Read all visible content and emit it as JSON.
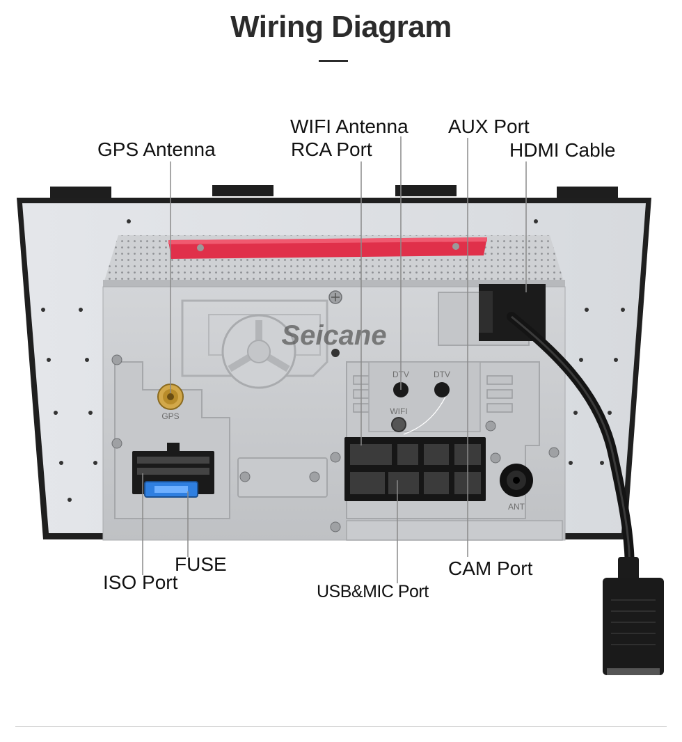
{
  "title": "Wiring Diagram",
  "watermark": "Seicane",
  "labels": {
    "gps_antenna": "GPS Antenna",
    "wifi_antenna": "WIFI Antenna",
    "rca_port": "RCA Port",
    "aux_port": "AUX Port",
    "hdmi_cable": "HDMI Cable",
    "fuse": "FUSE",
    "iso_port": "ISO Port",
    "usb_mic_port": "USB&MIC Port",
    "cam_port": "CAM Port"
  },
  "panel_markings": {
    "gps": "GPS",
    "dtv_1": "DTV",
    "dtv_2": "DTV",
    "wifi": "WIFI",
    "ant": "ANT"
  },
  "colors": {
    "panel_silver": "#c9cbce",
    "chassis_silver": "#d8d9db",
    "frame_dark": "#222222",
    "fuse_blue": "#2f7fe0",
    "sticker_red": "#e0304a",
    "callout_line": "#8a8a8a"
  }
}
